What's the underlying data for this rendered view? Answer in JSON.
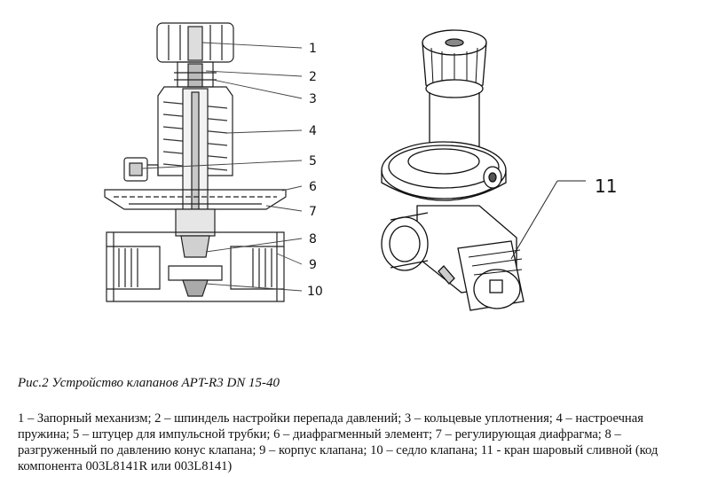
{
  "figure": {
    "callouts_left": [
      "1",
      "2",
      "3",
      "4",
      "5",
      "6",
      "7",
      "8",
      "9",
      "10"
    ],
    "callout_right": "11"
  },
  "caption": "Рис.2 Устройство клапанов APT-R3 DN 15-40",
  "legend": "1 – Запорный механизм; 2 – шпиндель настройки перепада давлений; 3 – кольцевые уплотнения; 4 – настроечная пружина; 5 – штуцер для импульсной трубки; 6 – диафрагменный элемент; 7 – регулирующая диафрагма; 8 – разгруженный по давлению конус клапана; 9 – корпус клапана; 10 – седло клапана; 11 - кран шаровый сливной (код компонента 003L8141R или 003L8141)"
}
